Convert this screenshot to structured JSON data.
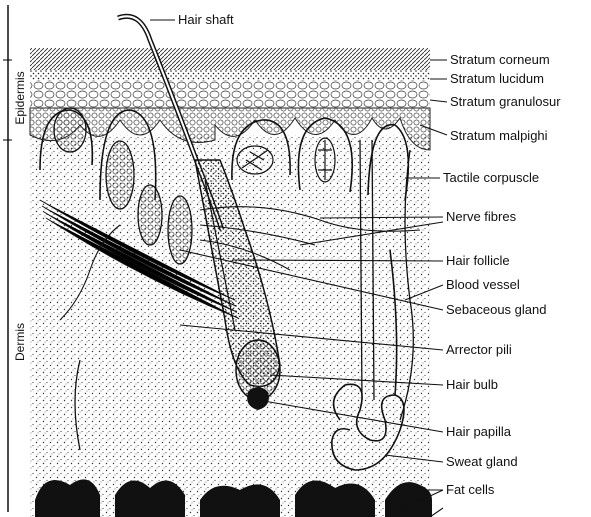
{
  "figure": {
    "side_labels": {
      "epidermis": "Epidermis",
      "dermis": "Dermis"
    },
    "labels": {
      "hair_shaft": "Hair shaft",
      "stratum_corneum": "Stratum corneum",
      "stratum_lucidum": "Stratum lucidum",
      "stratum_granulosum": "Stratum granulosur",
      "stratum_malpighi": "Stratum malpighi",
      "tactile_corpuscle": "Tactile corpuscle",
      "nerve_fibres": "Nerve fibres",
      "hair_follicle": "Hair follicle",
      "blood_vessel": "Blood vessel",
      "sebaceous_gland": "Sebaceous gland",
      "arrector_pili": "Arrector pili",
      "hair_bulb": "Hair bulb",
      "hair_papilla": "Hair papilla",
      "sweat_gland": "Sweat gland",
      "fat_cells": "Fat cells"
    }
  }
}
